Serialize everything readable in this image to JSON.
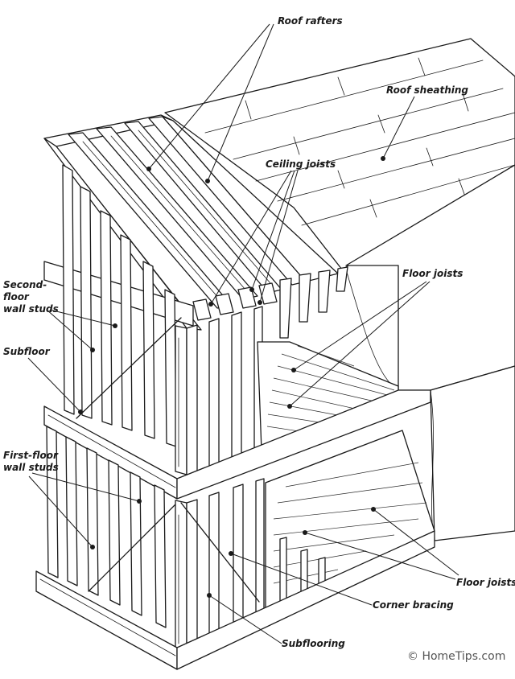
{
  "labels": {
    "roof_rafters": "Roof rafters",
    "roof_sheathing": "Roof sheathing",
    "ceiling_joists": "Ceiling joists",
    "second_floor_studs_line1": "Second-",
    "second_floor_studs_line2": "floor",
    "second_floor_studs_line3": "wall studs",
    "floor_joists_upper": "Floor joists",
    "subfloor": "Subfloor",
    "first_floor_studs_line1": "First-floor",
    "first_floor_studs_line2": "wall studs",
    "floor_joists_lower": "Floor joists",
    "corner_bracing": "Corner bracing",
    "subflooring": "Subflooring"
  },
  "copyright": "© HomeTips.com",
  "colors": {
    "ink": "#1a1a1a",
    "paper": "#ffffff",
    "credit": "#555555"
  }
}
